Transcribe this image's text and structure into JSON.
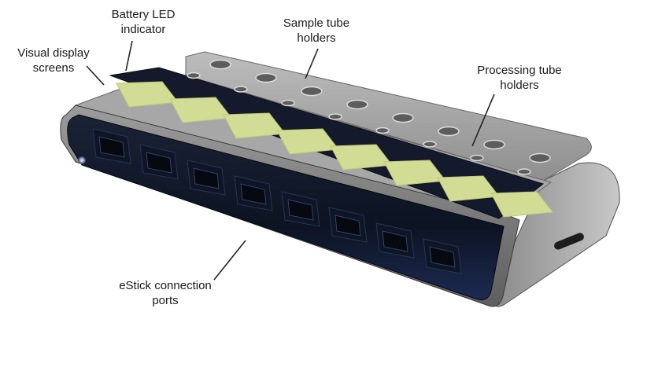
{
  "labels": {
    "battery_led": "Battery LED\nindicator",
    "visual_display": "Visual display\nscreens",
    "sample_tube": "Sample tube\nholders",
    "processing_tube": "Processing tube\nholders",
    "estick_ports": "eStick connection\nports"
  },
  "device": {
    "screen_count": 8,
    "port_count": 8,
    "colors": {
      "screen": "#d2dc94",
      "display_panel": "#141a2b",
      "body_gray": "#9a9a9a",
      "port_dark": "#0e1526",
      "led": "#d8e6ff"
    }
  }
}
